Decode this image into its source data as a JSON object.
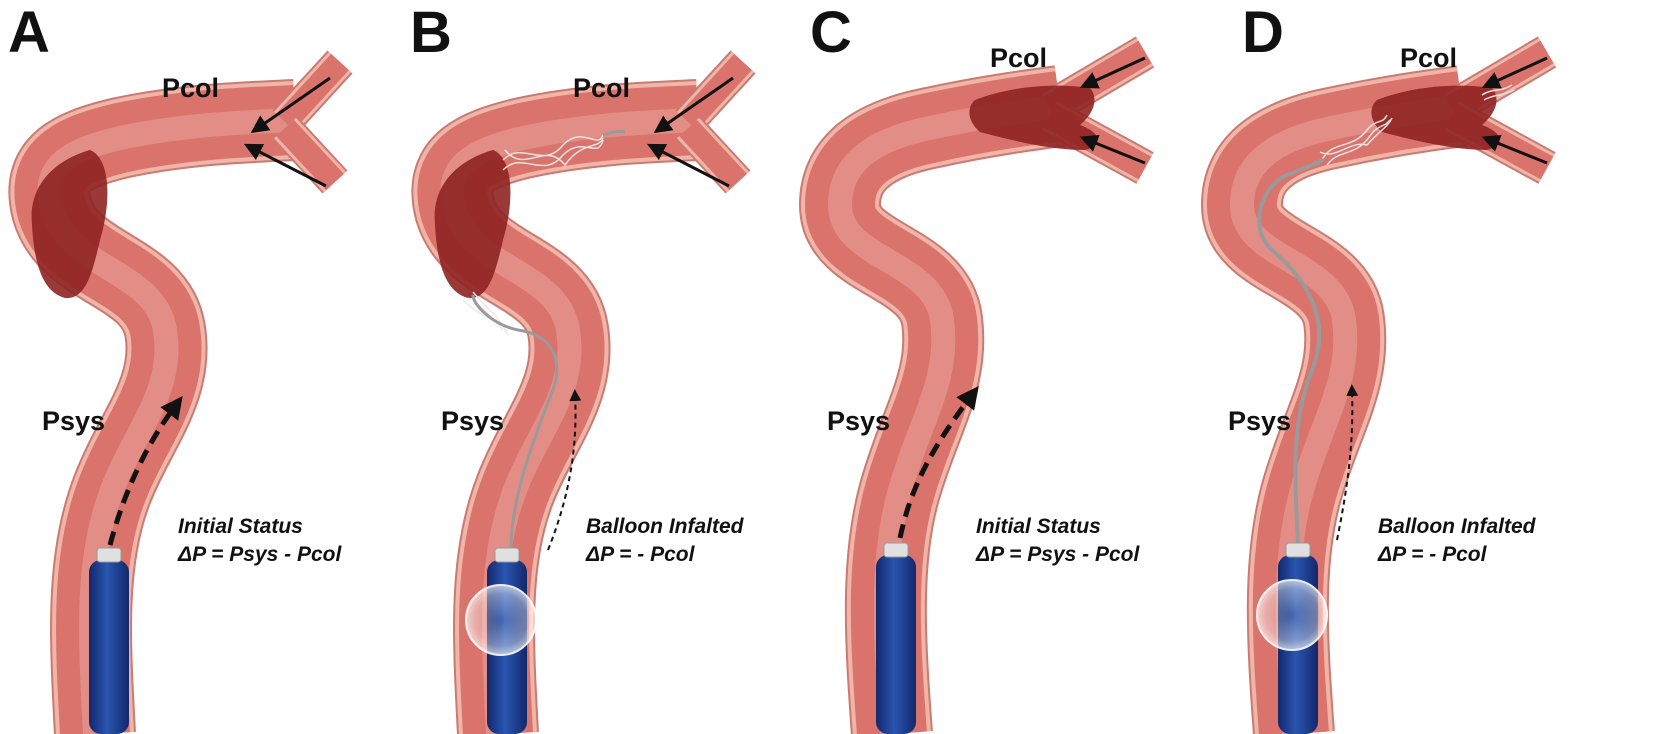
{
  "panels": [
    {
      "letter": "A",
      "pcol": "Pcol",
      "psys": "Psys",
      "caption_line1": "Initial Status",
      "caption_line2": "ΔP = Psys - Pcol"
    },
    {
      "letter": "B",
      "pcol": "Pcol",
      "psys": "Psys",
      "caption_line1": "Balloon Infalted",
      "caption_line2": "ΔP = - Pcol"
    },
    {
      "letter": "C",
      "pcol": "Pcol",
      "psys": "Psys",
      "caption_line1": "Initial Status",
      "caption_line2": "ΔP = Psys - Pcol"
    },
    {
      "letter": "D",
      "pcol": "Pcol",
      "psys": "Psys",
      "caption_line1": "Balloon Infalted",
      "caption_line2": "ΔP = - Pcol"
    }
  ],
  "colors": {
    "vessel_wall": "#f1b5a8",
    "vessel_lumen": "#d9736c",
    "vessel_center": "#e69a92",
    "clot": "#8e2422",
    "catheter": "#1c3c86",
    "wire": "#9a9a9a",
    "arrow": "#111111"
  }
}
